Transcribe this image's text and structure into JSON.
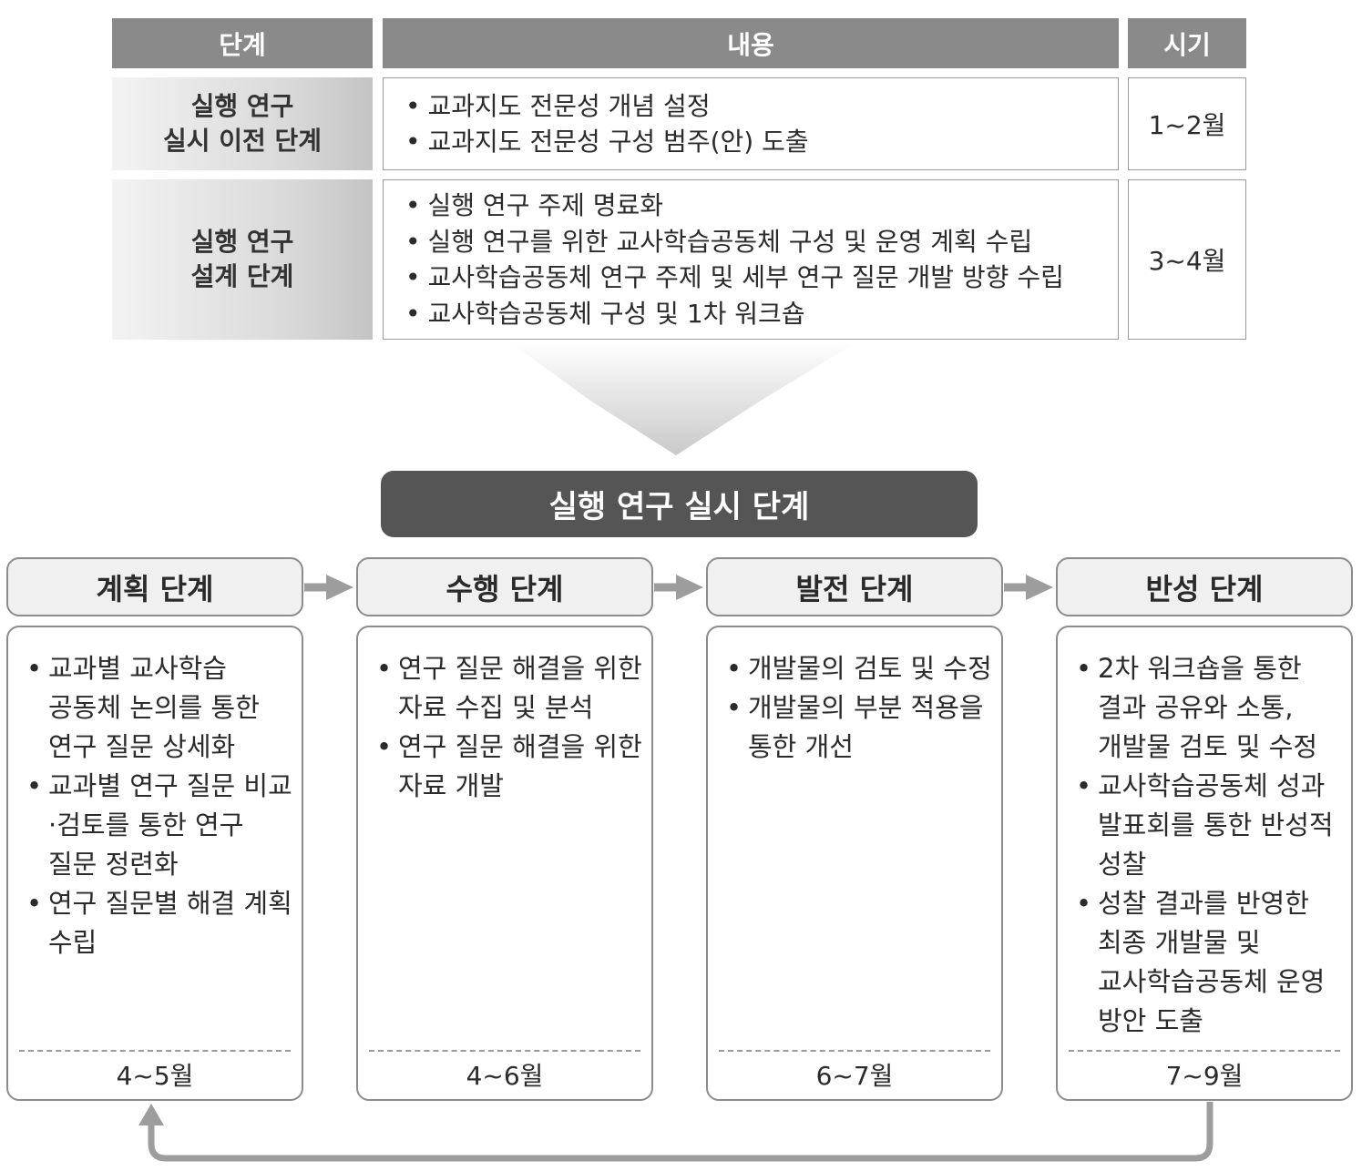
{
  "table": {
    "headers": {
      "stage": "단계",
      "content": "내용",
      "period": "시기"
    },
    "rows": [
      {
        "stage": "실행 연구\n실시 이전 단계",
        "items": [
          "교과지도 전문성 개념 설정",
          "교과지도 전문성 구성 범주(안) 도출"
        ],
        "period": "1~2월"
      },
      {
        "stage": "실행 연구\n설계 단계",
        "items": [
          "실행 연구 주제 명료화",
          "실행 연구를 위한 교사학습공동체 구성 및 운영 계획 수립",
          "교사학습공동체 연구 주제 및 세부 연구 질문 개발 방향 수립",
          "교사학습공동체 구성 및 1차 워크숍"
        ],
        "period": "3~4월"
      }
    ]
  },
  "banner": "실행 연구 실시 단계",
  "phases": [
    {
      "title": "계획 단계",
      "items": [
        "교과별 교사학습 공동체 논의를 통한 연구 질문 상세화",
        "교과별 연구 질문 비교·검토를 통한 연구 질문 정련화",
        "연구 질문별 해결 계획 수립"
      ],
      "period": "4~5월"
    },
    {
      "title": "수행 단계",
      "items": [
        "연구 질문 해결을 위한 자료 수집 및 분석",
        "연구 질문 해결을 위한 자료 개발"
      ],
      "period": "4~6월"
    },
    {
      "title": "발전 단계",
      "items": [
        "개발물의 검토 및 수정",
        "개발물의 부분 적용을 통한 개선"
      ],
      "period": "6~7월"
    },
    {
      "title": "반성 단계",
      "items": [
        "2차 워크숍을 통한 결과 공유와 소통, 개발물 검토 및 수정",
        "교사학습공동체 성과 발표회를 통한 반성적 성찰",
        "성찰 결과를 반영한 최종 개발물 및 교사학습공동체 운영 방안 도출"
      ],
      "period": "7~9월"
    }
  ],
  "colors": {
    "header_bg": "#8a8a8a",
    "banner_bg": "#555555",
    "arrow": "#9d9d9d",
    "border": "#8c8c8c"
  }
}
